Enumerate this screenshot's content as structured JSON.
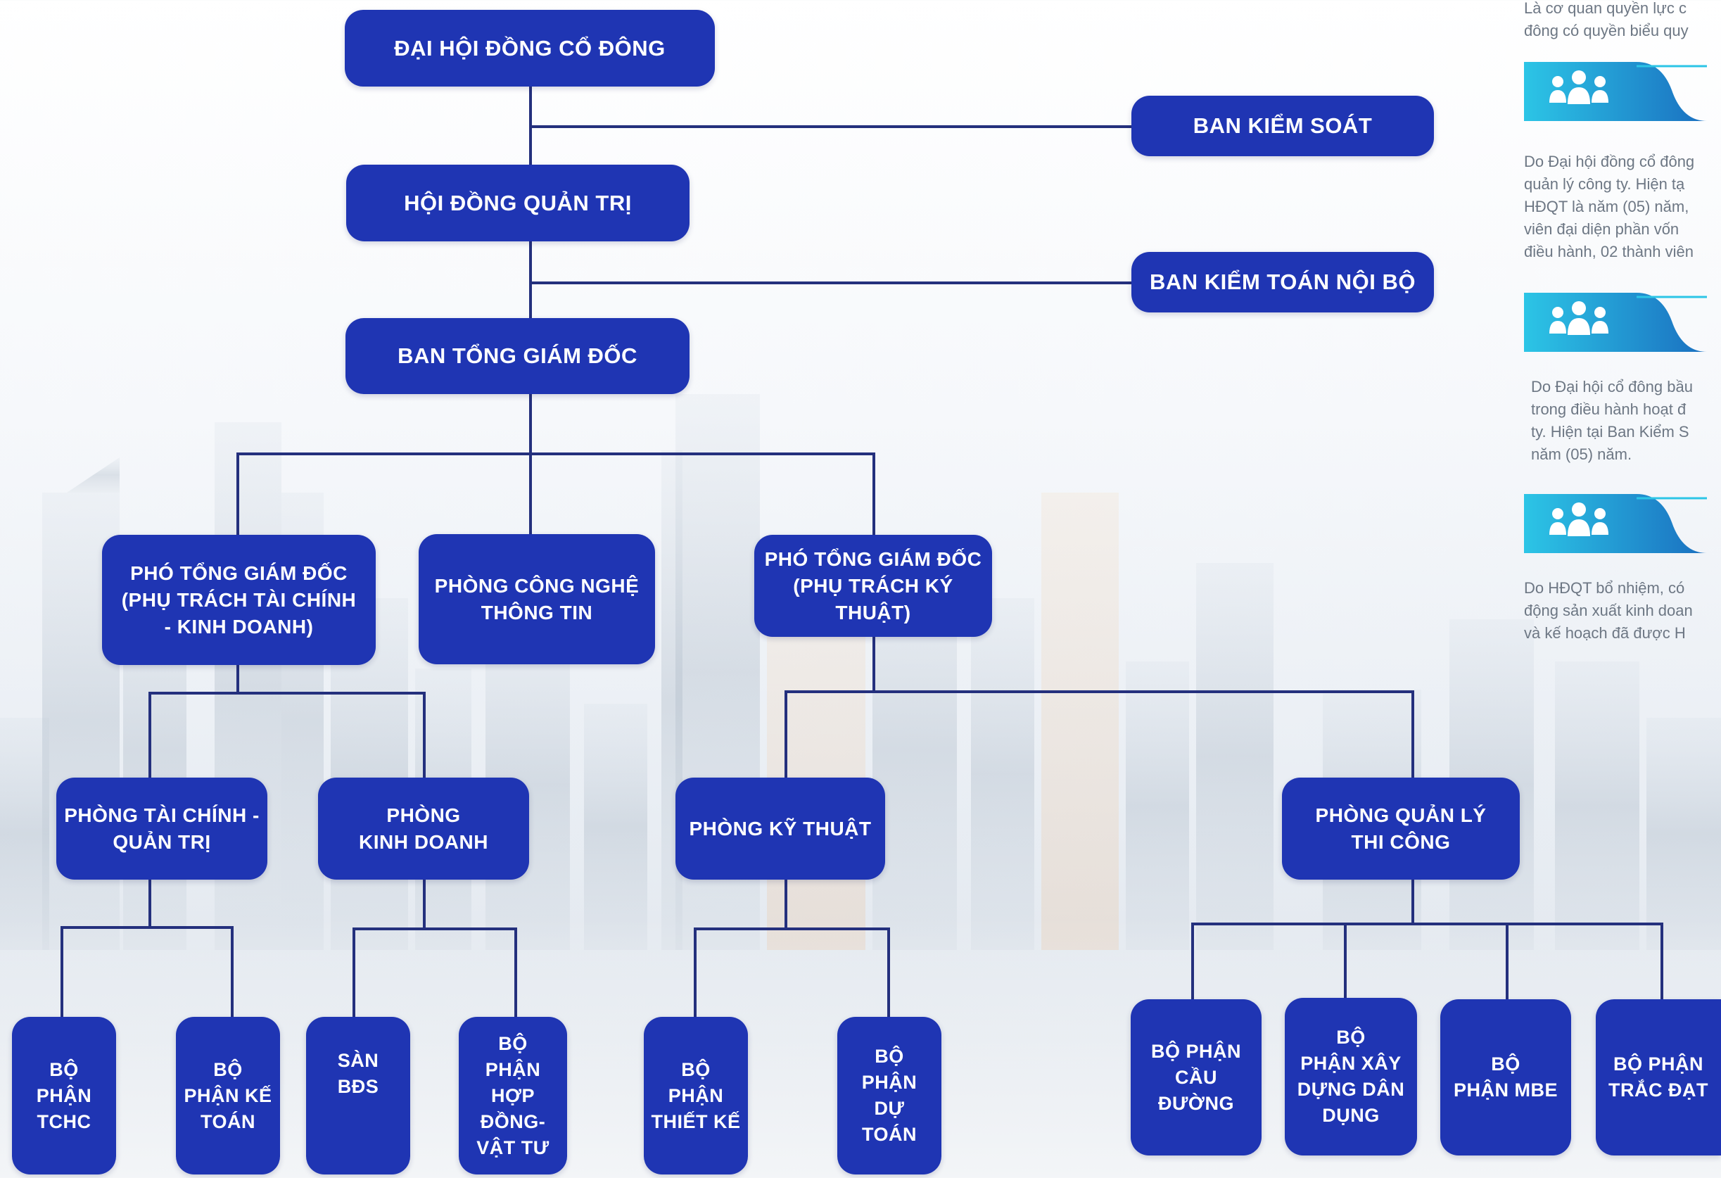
{
  "org_chart": {
    "top": {
      "dhdcd": "ĐẠI HỘI ĐỒNG CỔ ĐÔNG",
      "bks": "BAN KIỂM SOÁT",
      "hdqt": "HỘI ĐỒNG QUẢN TRỊ",
      "bktnb": "BAN KIỂM TOÁN NỘI BỘ",
      "btgd": "BAN TỔNG GIÁM ĐỐC"
    },
    "level2": {
      "ptgd_tc": "PHÓ TỔNG GIÁM ĐỐC\n(PHỤ TRÁCH TÀI CHÍNH\n- KINH DOANH)",
      "cntt": "PHÒNG CÔNG NGHỆ\nTHÔNG TIN",
      "ptgd_kt": "PHÓ TỔNG GIÁM ĐỐC\n(PHỤ TRÁCH KÝ\nTHUẬT)"
    },
    "level3": {
      "tcqt": "PHÒNG TÀI CHÍNH -\nQUẢN TRỊ",
      "kd": "PHÒNG\nKINH DOANH",
      "kythuat": "PHÒNG KỸ THUẬT",
      "qltc": "PHÒNG QUẢN LÝ\nTHI CÔNG"
    },
    "level4": {
      "tchc": "BỘ\nPHẬN\nTCHC",
      "ketoan": "BỘ\nPHẬN KẾ\nTOÁN",
      "sanbds": "SÀN\nBĐS",
      "hopdong": "BỘ\nPHẬN\nHỢP\nĐỒNG-\nVẬT TƯ",
      "thietke": "BỘ\nPHẬN\nTHIẾT KẾ",
      "dutoan": "BỘ\nPHẬN DỰ\nTOÁN",
      "cauduong": "BỘ PHẬN\nCẦU ĐƯỜNG",
      "xaydung": "BỘ\nPHẬN XÂY\nDỰNG DÂN\nDỤNG",
      "mbe": "BỘ\nPHẬN MBE",
      "tracdat": "BỘ PHẬN\nTRẮC ĐẠT"
    }
  },
  "side_panel": {
    "text_top": "Là cơ quan quyền lực c\nđông có quyền biểu quy",
    "text_1": "Do Đại hội đồng cổ đông\nquản lý công ty. Hiện tạ\nHĐQT là năm (05) năm,\nviên đại diện phần vốn\nđiều hành, 02 thành viên",
    "text_2": "Do Đại hội cổ đông bầu\ntrong điều hành hoạt đ\nty. Hiện tại Ban Kiểm S\nnăm (05) năm.",
    "text_3": "Do HĐQT bổ nhiệm, có\nđộng sản xuất kinh doan\nvà kế hoạch đã được H"
  },
  "colors": {
    "box": "#1f35b3",
    "connector": "#24307d",
    "badge_gradient_start": "#2cc5e6",
    "badge_gradient_end": "#1a6fc0"
  },
  "icons": {
    "badge_icon": "people-group-icon"
  }
}
